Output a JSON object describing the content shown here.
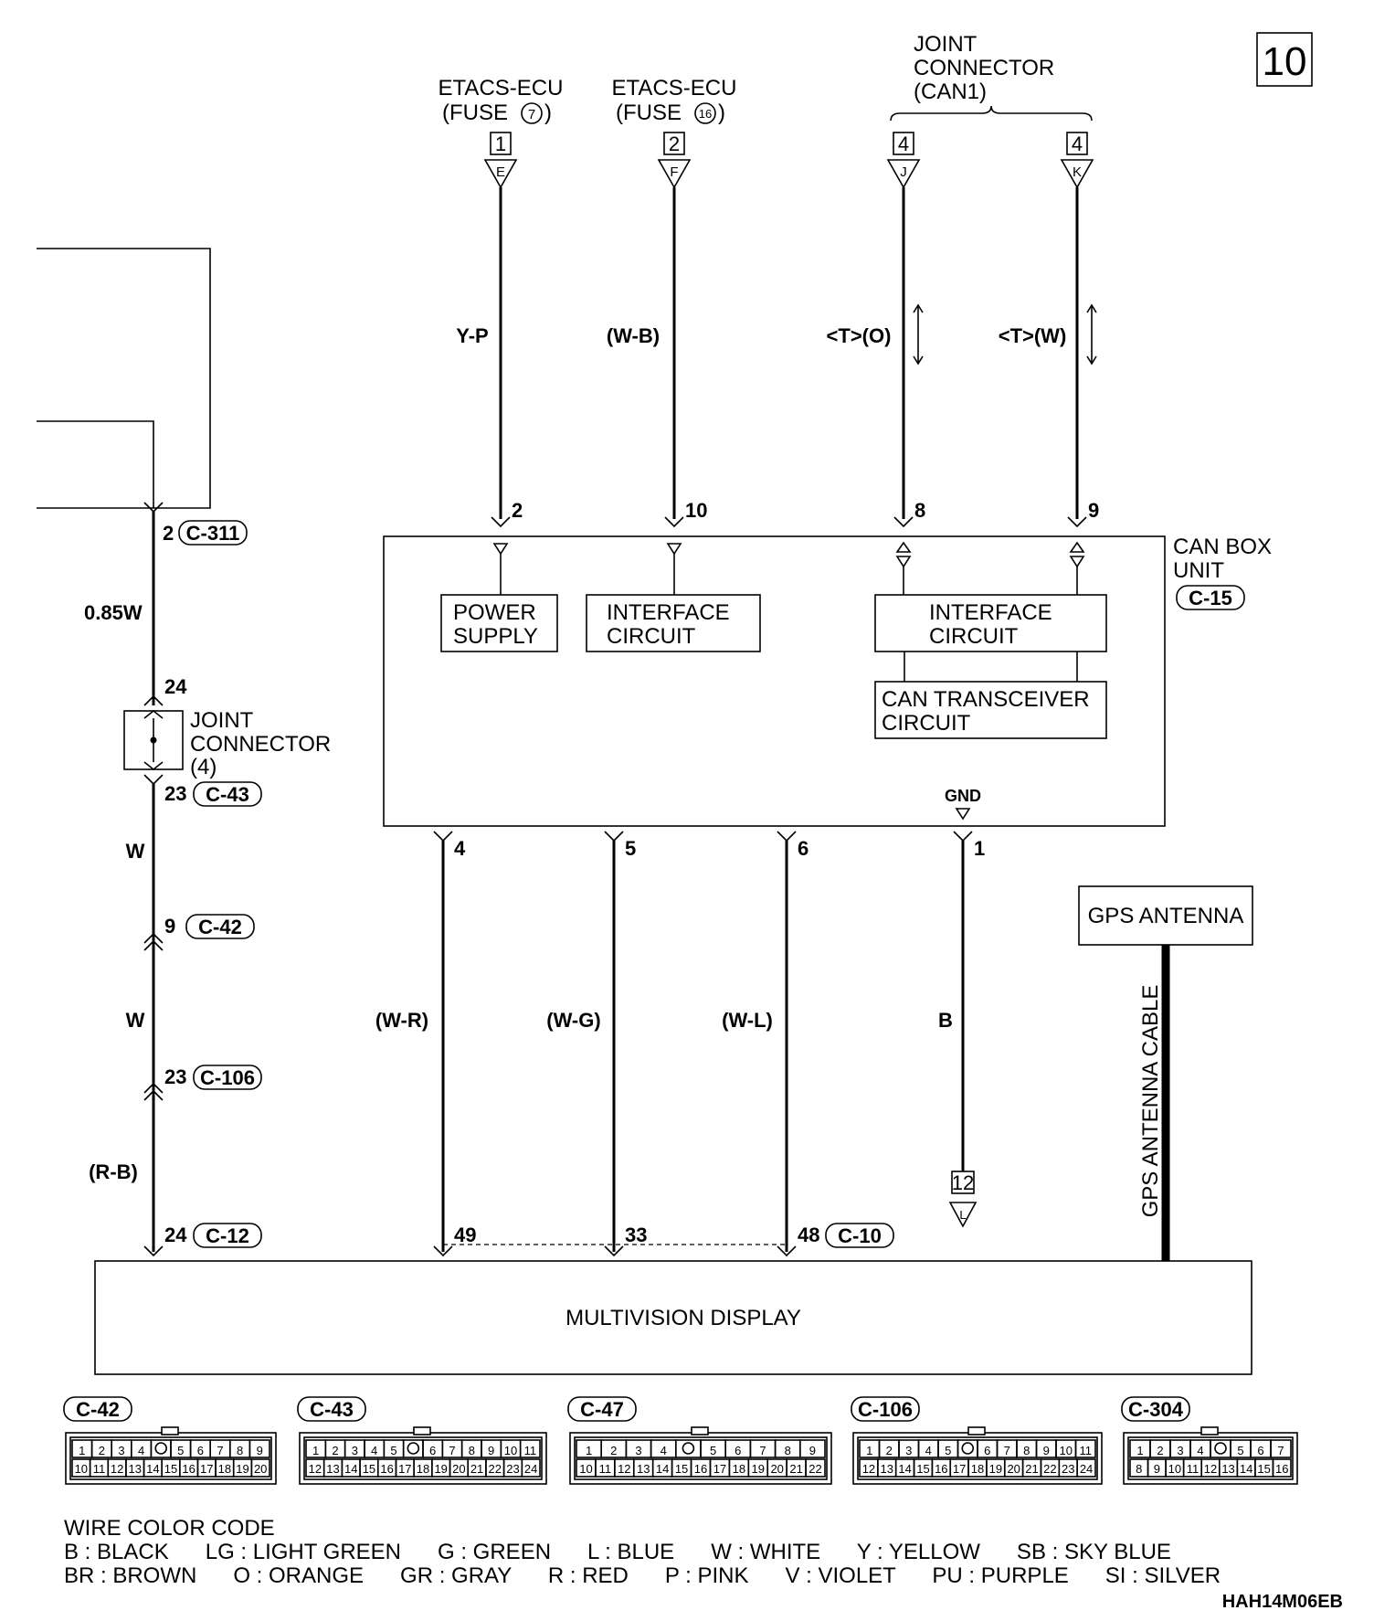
{
  "page_number": "10",
  "top_labels": {
    "etacs1": [
      "ETACS-ECU",
      "(FUSE",
      "7",
      ")"
    ],
    "etacs2": [
      "ETACS-ECU",
      "(FUSE",
      "16",
      ")"
    ],
    "joint": [
      "JOINT",
      "CONNECTOR",
      "(CAN1)"
    ]
  },
  "inputs": [
    {
      "num": "1",
      "letter": "E",
      "wire": "Y-P",
      "pin": "2"
    },
    {
      "num": "2",
      "letter": "F",
      "wire": "(W-B)",
      "pin": "10"
    },
    {
      "num": "4",
      "letter": "J",
      "wire": "<T>(O)",
      "pin": "8"
    },
    {
      "num": "4",
      "letter": "K",
      "wire": "<T>(W)",
      "pin": "9"
    }
  ],
  "can_box": {
    "title": [
      "CAN BOX",
      "UNIT"
    ],
    "connector": "C-15",
    "power": [
      "POWER",
      "SUPPLY"
    ],
    "interface1": [
      "INTERFACE",
      "CIRCUIT"
    ],
    "interface2": [
      "INTERFACE",
      "CIRCUIT"
    ],
    "transceiver": [
      "CAN TRANSCEIVER",
      "CIRCUIT"
    ],
    "gnd": "GND",
    "bottom_pins": [
      "4",
      "5",
      "6",
      "1"
    ]
  },
  "left_wire": {
    "pin_c311": "2",
    "conn_c311": "C-311",
    "size": "0.85W",
    "pin_24": "24",
    "joint": [
      "JOINT",
      "CONNECTOR",
      "(4)"
    ],
    "pin_c43": "23",
    "conn_c43": "C-43",
    "color1": "W",
    "pin_c42": "9",
    "conn_c42": "C-42",
    "color2": "W",
    "pin_c106": "23",
    "conn_c106": "C-106",
    "color3": "(R-B)",
    "pin_c12": "24",
    "conn_c12": "C-12"
  },
  "bottom_wires": [
    {
      "color": "(W-R)",
      "pin": "49"
    },
    {
      "color": "(W-G)",
      "pin": "33"
    },
    {
      "color": "(W-L)",
      "pin": "48"
    },
    {
      "color": "B",
      "ground": "12"
    }
  ],
  "conn_c10": "C-10",
  "gps_antenna": "GPS ANTENNA",
  "gps_cable": "GPS ANTENNA CABLE",
  "display": "MULTIVISION DISPLAY",
  "connectors": [
    {
      "name": "C-42",
      "row1": [
        "1",
        "2",
        "3",
        "4",
        "",
        "5",
        "6",
        "7",
        "8",
        "9"
      ],
      "row2": [
        "10",
        "11",
        "12",
        "13",
        "14",
        "15",
        "16",
        "17",
        "18",
        "19",
        "20"
      ]
    },
    {
      "name": "C-43",
      "row1": [
        "1",
        "2",
        "3",
        "4",
        "5",
        "",
        "6",
        "7",
        "8",
        "9",
        "10",
        "11"
      ],
      "row2": [
        "12",
        "13",
        "14",
        "15",
        "16",
        "17",
        "18",
        "19",
        "20",
        "21",
        "22",
        "23",
        "24"
      ]
    },
    {
      "name": "C-47",
      "row1": [
        "1",
        "2",
        "3",
        "4",
        "",
        "5",
        "6",
        "7",
        "8",
        "9"
      ],
      "row2": [
        "10",
        "11",
        "12",
        "13",
        "14",
        "15",
        "16",
        "17",
        "18",
        "19",
        "20",
        "21",
        "22"
      ]
    },
    {
      "name": "C-106",
      "row1": [
        "1",
        "2",
        "3",
        "4",
        "5",
        "",
        "6",
        "7",
        "8",
        "9",
        "10",
        "11"
      ],
      "row2": [
        "12",
        "13",
        "14",
        "15",
        "16",
        "17",
        "18",
        "19",
        "20",
        "21",
        "22",
        "23",
        "24"
      ]
    },
    {
      "name": "C-304",
      "row1": [
        "1",
        "2",
        "3",
        "4",
        "",
        "5",
        "6",
        "7"
      ],
      "row2": [
        "8",
        "9",
        "10",
        "11",
        "12",
        "13",
        "14",
        "15",
        "16"
      ]
    }
  ],
  "legend": {
    "title": "WIRE COLOR CODE",
    "line1": "B : BLACK      LG : LIGHT GREEN      G : GREEN      L : BLUE      W : WHITE      Y : YELLOW      SB : SKY BLUE",
    "line2": "BR : BROWN      O : ORANGE      GR : GRAY      R : RED      P : PINK      V : VIOLET      PU : PURPLE      SI : SILVER"
  },
  "doc_code": "HAH14M06EB"
}
